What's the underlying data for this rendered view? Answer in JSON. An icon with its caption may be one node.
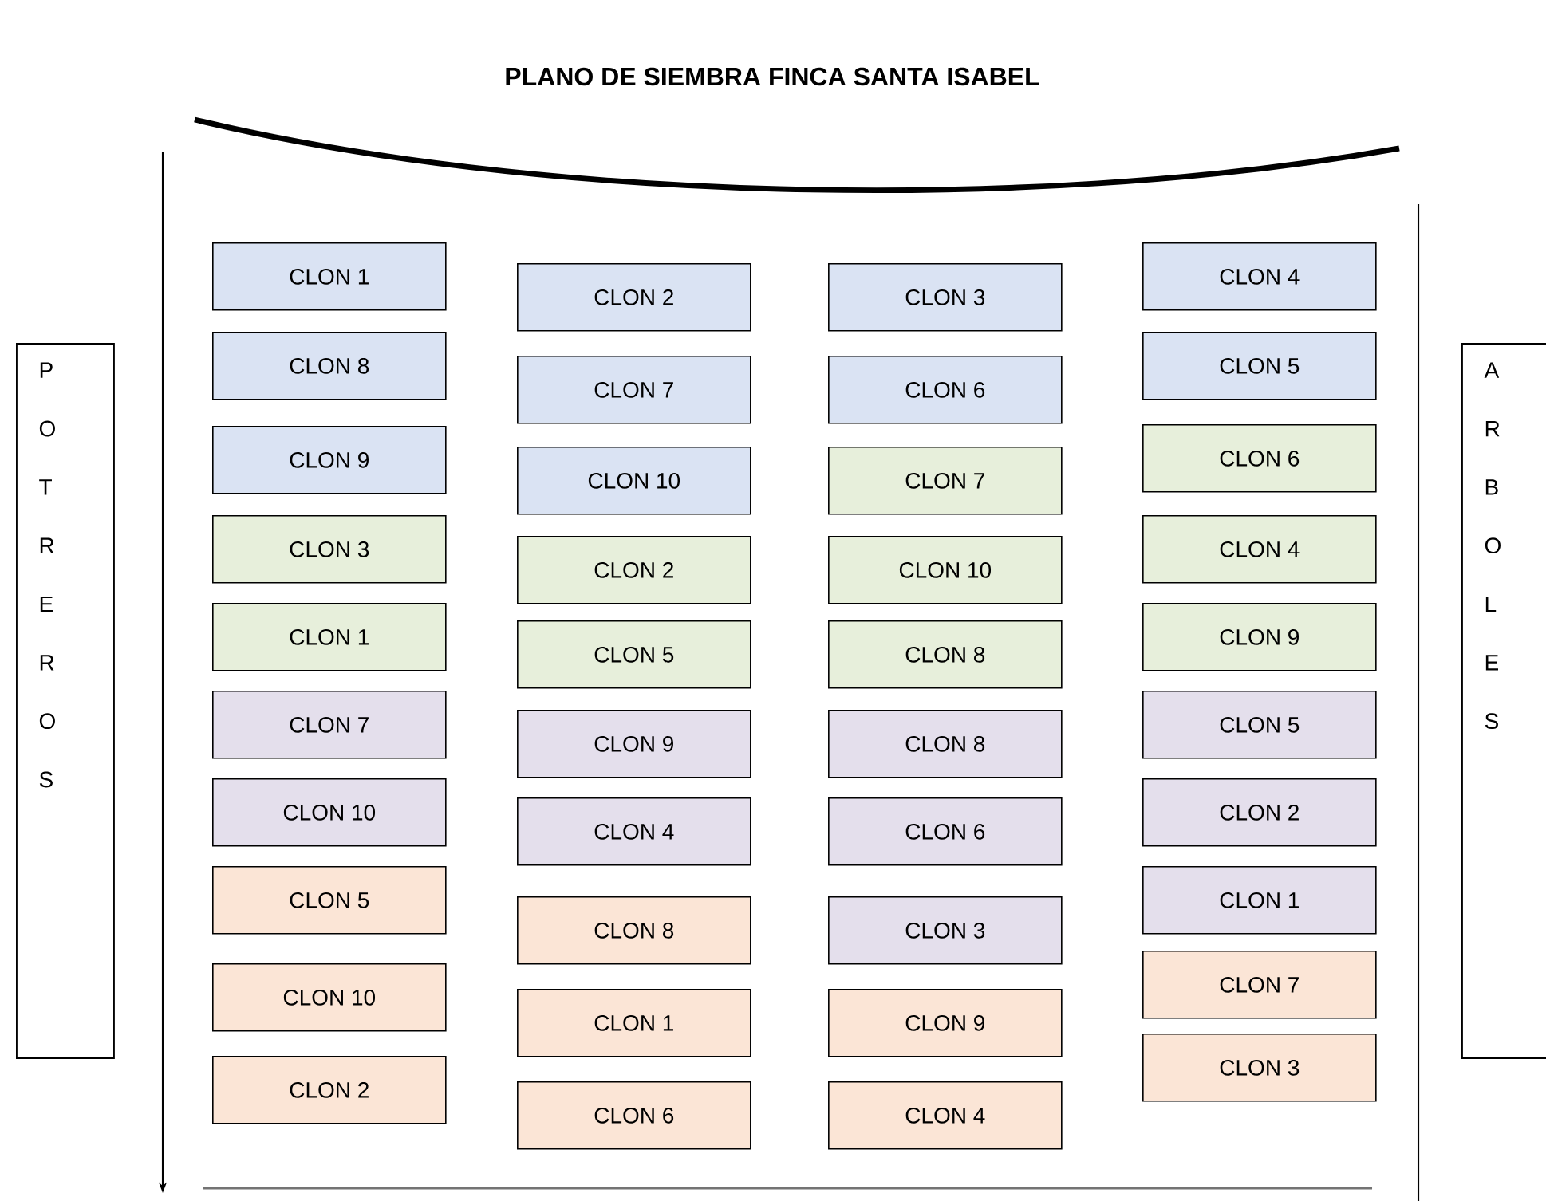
{
  "diagram": {
    "title": "PLANO  DE SIEMBRA FINCA SANTA ISABEL",
    "nodes": [
      {
        "text": [
          "P O T R E R O S"
        ]
      },
      {
        "text": [
          "CLON 1"
        ]
      },
      {
        "text": [
          "CLON 8"
        ]
      },
      {
        "text": [
          "CLON 9"
        ]
      },
      {
        "text": [
          "CLON 3"
        ]
      },
      {
        "text": [
          "CLON 1"
        ]
      },
      {
        "text": [
          "CLON 7"
        ]
      },
      {
        "text": [
          "CLON 10"
        ]
      },
      {
        "text": [
          "CLON 5"
        ]
      },
      {
        "text": [
          "CLON 10"
        ]
      },
      {
        "text": [
          "CLON 2"
        ]
      },
      {
        "text": [
          "CLON 2"
        ]
      },
      {
        "text": [
          "CLON 7"
        ]
      },
      {
        "text": [
          "CLON 10"
        ]
      },
      {
        "text": [
          "CLON 2"
        ]
      },
      {
        "text": [
          "CLON 5"
        ]
      },
      {
        "text": [
          "CLON 9"
        ]
      },
      {
        "text": [
          "CLON 4"
        ]
      },
      {
        "text": [
          "CLON 8"
        ]
      },
      {
        "text": [
          "CLON 1"
        ]
      },
      {
        "text": [
          "CLON 6"
        ]
      },
      {
        "text": [
          "CLON 3"
        ]
      },
      {
        "text": [
          "CLON 6"
        ]
      },
      {
        "text": [
          "CLON 7"
        ]
      },
      {
        "text": [
          "CLON 10"
        ]
      },
      {
        "text": [
          "CLON 8"
        ]
      },
      {
        "text": [
          "CLON 8"
        ]
      },
      {
        "text": [
          "CLON 6"
        ]
      },
      {
        "text": [
          "CLON 3"
        ]
      },
      {
        "text": [
          "CLON 9"
        ]
      },
      {
        "text": [
          "CLON 4"
        ]
      },
      {
        "text": [
          "CLON 4"
        ]
      },
      {
        "text": [
          "CLON 5"
        ]
      },
      {
        "text": [
          "CLON 6"
        ]
      },
      {
        "text": [
          "CLON 4"
        ]
      },
      {
        "text": [
          "CLON 9"
        ]
      },
      {
        "text": [
          "CLON 5"
        ]
      },
      {
        "text": [
          "CLON 2"
        ]
      },
      {
        "text": [
          "CLON 1"
        ]
      },
      {
        "text": [
          "CLON 7"
        ]
      },
      {
        "text": [
          "CLON 3"
        ]
      },
      {
        "text": [
          "A R B O L E S"
        ]
      }
    ]
  }
}
